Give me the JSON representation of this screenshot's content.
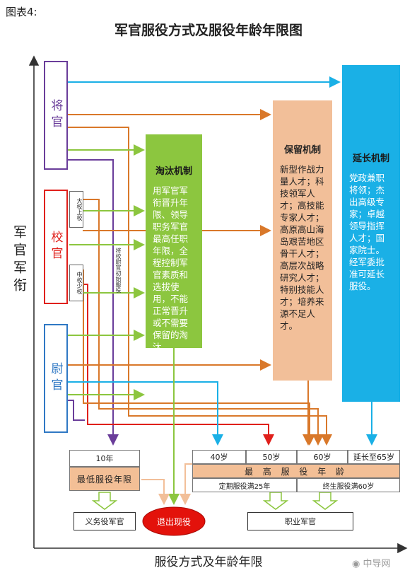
{
  "figure_label": "图表4:",
  "title": "军官服役方式及服役年龄年限图",
  "y_axis_label": "军官军衔",
  "x_axis_label": "服役方式及年龄年限",
  "watermark": "中导网",
  "ranks": {
    "general": "将官",
    "field": "校官",
    "company": "尉官",
    "tag_senior_field": "大校上校",
    "tag_junior_field": "中校少校",
    "note_initial": "将校尉官初始服役"
  },
  "mechanisms": {
    "elimination": {
      "title": "淘汰机制",
      "body": "用军官军衔晋升年限、领导职务军官最高任职年限，全程控制军官素质和选拔使用，不能正常晋升或不需要保留的淘汰。"
    },
    "retention": {
      "title": "保留机制",
      "body": "新型作战力量人才；科技领军人才；高技能专家人才；高原高山海岛艰苦地区骨干人才；高层次战略研究人才；特别技能人才；培养来源不足人才。"
    },
    "extension": {
      "title": "延长机制",
      "body": "党政兼职将领；杰出高级专家；卓越领导指挥人才；国家院士。经军委批准可延长服役。"
    }
  },
  "table": {
    "min_years_value": "10年",
    "min_years_label": "最低服役年限",
    "ages": [
      "40岁",
      "50岁",
      "60岁",
      "延长至65岁"
    ],
    "max_age_label": "最 高 服 役 年 龄",
    "term_fixed": "定期服役满25年",
    "term_lifetime": "终生服役满60岁"
  },
  "outcomes": {
    "conscript": "义务役军官",
    "retire": "退出现役",
    "career": "职业军官"
  },
  "colors": {
    "cyan": "#1ab0e6",
    "orange": "#d9782a",
    "green": "#8cc63f",
    "purple": "#6a3d9a",
    "red": "#e0201b",
    "blue": "#2f78c4",
    "peach": "#f2bf99"
  }
}
